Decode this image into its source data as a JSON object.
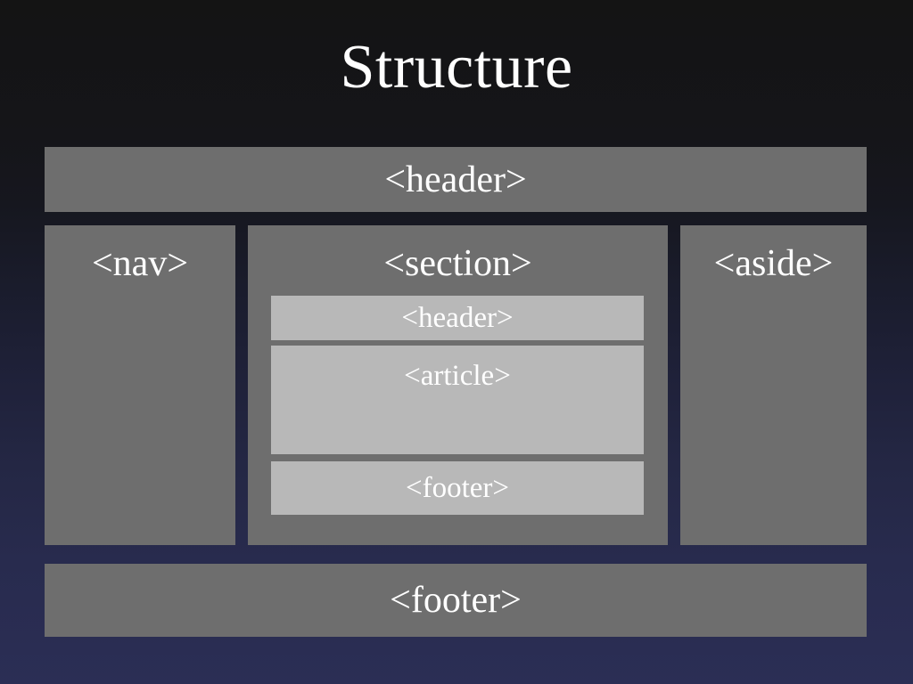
{
  "slide": {
    "title": "Structure",
    "background": {
      "top_color": "#141414",
      "bottom_color": "#2b2e55"
    },
    "title_color": "#ffffff"
  },
  "colors": {
    "outer_box_fill": "#6e6e6e",
    "inner_box_fill": "#b8b8b8",
    "label_text": "#ffffff"
  },
  "diagram": {
    "header": {
      "label": "<header>"
    },
    "nav": {
      "label": "<nav>"
    },
    "section": {
      "label": "<section>",
      "children": [
        {
          "label": "<header>"
        },
        {
          "label": "<article>"
        },
        {
          "label": "<footer>"
        }
      ]
    },
    "aside": {
      "label": "<aside>"
    },
    "footer": {
      "label": "<footer>"
    }
  }
}
